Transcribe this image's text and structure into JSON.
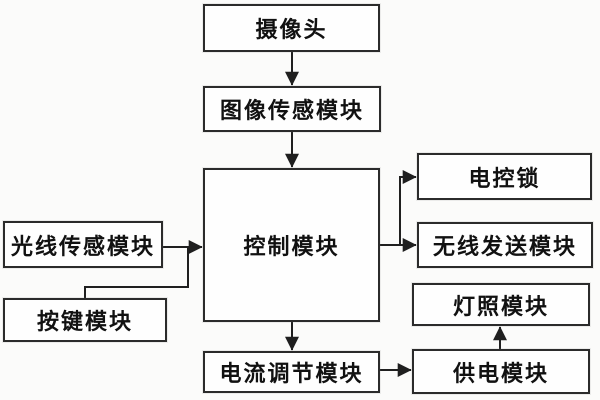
{
  "diagram": {
    "type": "block-diagram",
    "nodes": {
      "camera": {
        "label": "摄像头"
      },
      "image_sensor": {
        "label": "图像传感模块"
      },
      "light_sensor": {
        "label": "光线传感模块"
      },
      "button": {
        "label": "按键模块"
      },
      "control": {
        "label": "控制模块"
      },
      "electric_lock": {
        "label": "电控锁"
      },
      "wireless_transmit": {
        "label": "无线发送模块"
      },
      "lighting": {
        "label": "灯照模块"
      },
      "power_supply": {
        "label": "供电模块"
      },
      "current_regulator": {
        "label": "电流调节模块"
      }
    },
    "edges": [
      {
        "from": "摄像头",
        "to": "图像传感模块",
        "style": "arrow"
      },
      {
        "from": "图像传感模块",
        "to": "控制模块",
        "style": "arrow"
      },
      {
        "from": "光线传感模块",
        "to": "控制模块",
        "style": "arrow"
      },
      {
        "from": "按键模块",
        "to": "控制模块",
        "style": "merges-into-light-sensor-arrow"
      },
      {
        "from": "控制模块",
        "to": "电控锁",
        "style": "arrow"
      },
      {
        "from": "控制模块",
        "to": "无线发送模块",
        "style": "arrow"
      },
      {
        "from": "控制模块",
        "to": "电流调节模块",
        "style": "arrow"
      },
      {
        "from": "电流调节模块",
        "to": "供电模块",
        "style": "arrow"
      },
      {
        "from": "供电模块",
        "to": "灯照模块",
        "style": "arrow"
      }
    ]
  },
  "colors": {
    "line": "#1f1f1f",
    "box_border": "#2b2b2b",
    "box_fill": "#fefefe",
    "background": "#fbfbfa",
    "text": "#111111"
  }
}
